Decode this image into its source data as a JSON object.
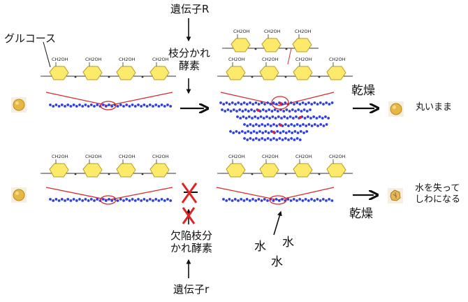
{
  "labels": {
    "glucose": "グルコース",
    "gene_R": "遺伝子R",
    "branching_enzyme": [
      "枝分かれ",
      "酵素"
    ],
    "defective_enzyme": [
      "欠陥枝分",
      "かれ酵素"
    ],
    "gene_r": "遺伝子r",
    "drying_top": "乾燥",
    "drying_bottom": "乾燥",
    "result_round": "丸いまま",
    "result_wrinkled": [
      "水を失って",
      "しわになる"
    ],
    "water": [
      "水",
      "水",
      "水"
    ],
    "ring_text": "CH2OH"
  },
  "colors": {
    "ring_fill": "#fde96a",
    "ring_stroke": "#b89b2a",
    "chain_bead": "#2f3fe0",
    "branch_point": "#e02040",
    "red_line": "#d92a2a",
    "cross": "#e22222",
    "seed_round": "#e7b744",
    "seed_wrinkled": "#e2b75a"
  },
  "icons": [
    "seed-round-icon",
    "seed-wrinkled-icon",
    "blocked-cross-icon",
    "arrow-icon"
  ]
}
